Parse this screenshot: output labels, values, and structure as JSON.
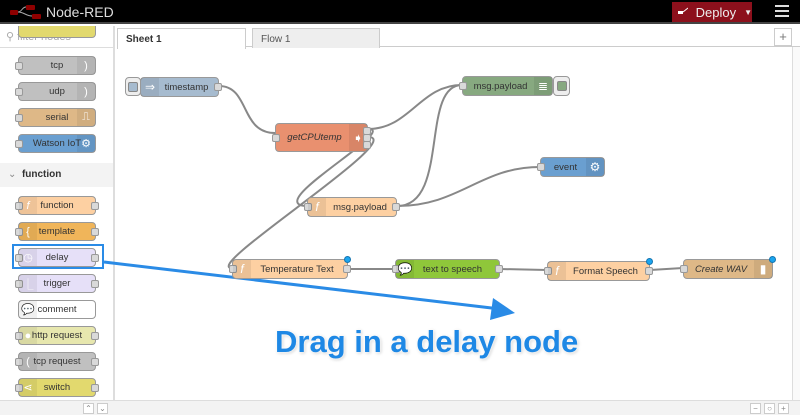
{
  "header": {
    "title": "Node-RED",
    "deploy_label": "Deploy",
    "colors": {
      "deploy": "#8c101c"
    }
  },
  "sidebar": {
    "filter_placeholder": "filter nodes",
    "category": "function",
    "network_nodes": [
      "tcp",
      "udp",
      "serial",
      "Watson IoT"
    ],
    "function_nodes": [
      "function",
      "template",
      "delay",
      "trigger",
      "comment",
      "http request",
      "tcp request",
      "switch"
    ]
  },
  "tabs": [
    {
      "label": "Sheet 1",
      "active": true
    },
    {
      "label": "Flow 1",
      "active": false
    }
  ],
  "flow": {
    "nodes": {
      "timestamp": "timestamp",
      "getcpu": "getCPUtemp",
      "debug": "msg.payload",
      "event": "event",
      "func_payload": "msg.payload",
      "temp_text": "Temperature Text",
      "tts": "text to speech",
      "format": "Format Speech",
      "wav": "Create WAV"
    }
  },
  "caption": "Drag in a delay node",
  "footer": {
    "zoom_out": "−",
    "zoom_reset": "○",
    "zoom_in": "+",
    "up": "⌃",
    "down": "⌄"
  }
}
